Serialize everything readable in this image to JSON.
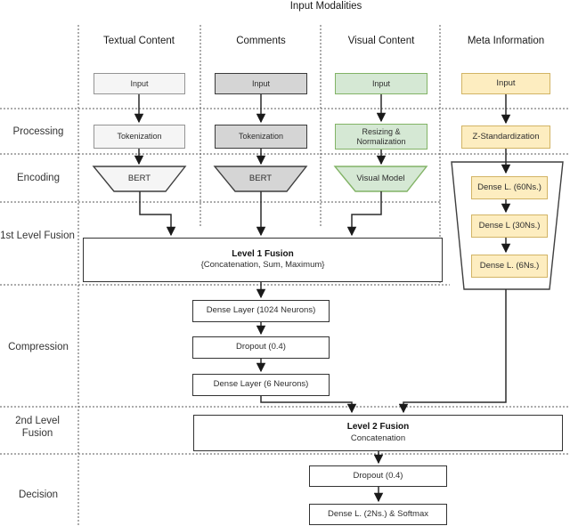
{
  "title": "Input Modalities",
  "columns": {
    "textual": "Textual Content",
    "comments": "Comments",
    "visual": "Visual Content",
    "meta": "Meta Information"
  },
  "rows": {
    "processing": "Processing",
    "encoding": "Encoding",
    "fusion1": "1st Level Fusion",
    "compression": "Compression",
    "fusion2": "2nd Level Fusion",
    "decision": "Decision"
  },
  "nodes": {
    "textual_input": "Input",
    "comments_input": "Input",
    "visual_input": "Input",
    "meta_input": "Input",
    "textual_processing": "Tokenization",
    "comments_processing": "Tokenization",
    "visual_processing": "Resizing & Normalization",
    "meta_processing": "Z-Standardization",
    "textual_encoder": "BERT",
    "comments_encoder": "BERT",
    "visual_encoder": "Visual Model",
    "meta_dense_60": "Dense L. (60Ns.)",
    "meta_dense_30": "Dense L (30Ns.)",
    "meta_dense_6": "Dense L. (6Ns.)",
    "level1_fusion_title": "Level 1 Fusion",
    "level1_fusion_sub": "{Concatenation, Sum, Maximum}",
    "dense_1024": "Dense Layer (1024 Neurons)",
    "dropout_compression": "Dropout (0.4)",
    "dense_6": "Dense Layer (6 Neurons)",
    "level2_fusion_title": "Level 2 Fusion",
    "level2_fusion_sub": "Concatenation",
    "dropout_decision": "Dropout (0.4)",
    "dense_softmax": "Dense L. (2Ns.) & Softmax"
  },
  "colors": {
    "textual_fill": "#f5f5f5",
    "textual_border": "#949494",
    "comments_fill": "#d5d5d5",
    "comments_border": "#3b3b3b",
    "visual_fill": "#d5e8d4",
    "visual_border": "#82b366",
    "meta_fill": "#fdedc0",
    "meta_border": "#d2b465",
    "connector": "#2b2b2b",
    "grid_dash": "#5a5a5a"
  }
}
